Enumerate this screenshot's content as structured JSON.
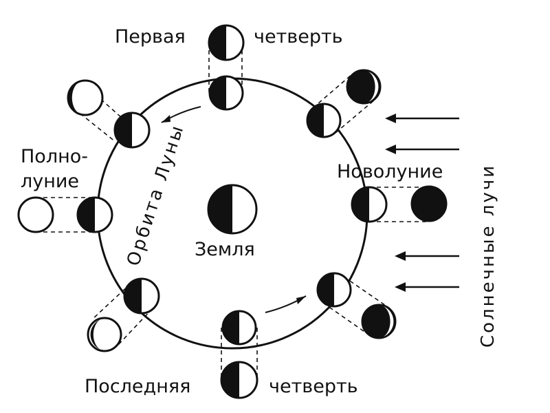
{
  "labels": {
    "first_quarter_left": "Первая",
    "first_quarter_right": "четверть",
    "full_moon_line1": "Полно-",
    "full_moon_line2": "луние",
    "new_moon": "Новолуние",
    "earth": "Земля",
    "orbit": "Орбита Луны",
    "sun_rays": "Солнечные лучи",
    "last_quarter_left": "Последняя",
    "last_quarter_right": "четверть"
  },
  "colors": {
    "ink": "#111111",
    "paper": "#ffffff"
  }
}
